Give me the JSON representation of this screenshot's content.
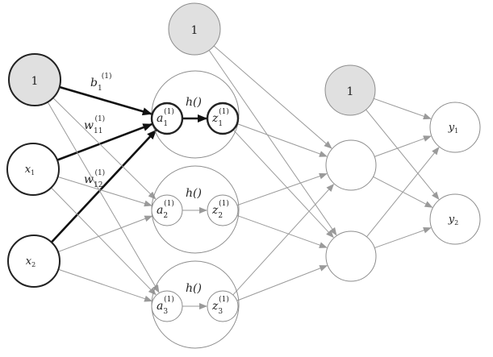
{
  "bias_nodes": {
    "input": "1",
    "layer2": "1",
    "layer3": "1"
  },
  "inputs": {
    "x1": {
      "base": "x",
      "sub": "1"
    },
    "x2": {
      "base": "x",
      "sub": "2"
    }
  },
  "hidden1": {
    "activation_label": "h()",
    "units": [
      {
        "a_base": "a",
        "a_sub": "1",
        "a_sup": "(1)",
        "z_base": "z",
        "z_sub": "1",
        "z_sup": "(1)"
      },
      {
        "a_base": "a",
        "a_sub": "2",
        "a_sup": "(1)",
        "z_base": "z",
        "z_sub": "2",
        "z_sup": "(1)"
      },
      {
        "a_base": "a",
        "a_sub": "3",
        "a_sup": "(1)",
        "z_base": "z",
        "z_sub": "3",
        "z_sup": "(1)"
      }
    ]
  },
  "weight_labels": [
    {
      "base": "b",
      "sub": "1",
      "sup": "(1)"
    },
    {
      "base": "w",
      "sub": "11",
      "sup": "(1)"
    },
    {
      "base": "w",
      "sub": "12",
      "sup": "(1)"
    }
  ],
  "outputs": {
    "y1": {
      "base": "y",
      "sub": "1"
    },
    "y2": {
      "base": "y",
      "sub": "2"
    }
  },
  "colors": {
    "node_stroke": "#222222",
    "light_stroke": "#8c8c8c",
    "bias_fill": "#e0e0e0",
    "edge_light": "#9a9a9a",
    "edge_bold": "#111111"
  }
}
